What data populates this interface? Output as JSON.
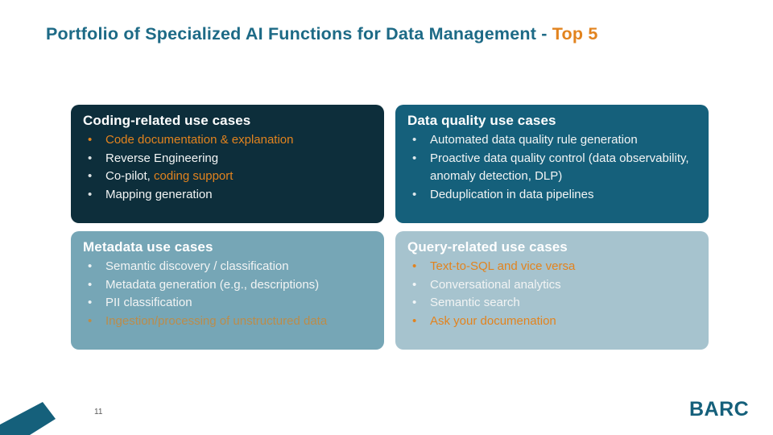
{
  "title": {
    "main": "Portfolio of Specialized AI Functions for Data Management - ",
    "highlight": "Top 5"
  },
  "glyphs": {
    "bullet": "•"
  },
  "colors": {
    "title_teal": "#1d6a86",
    "accent_orange": "#e2831e",
    "muted_orange": "#bb8c4a",
    "box_dark_navy": "#0d2e3b",
    "box_teal": "#15607b",
    "box_light_blue": "#76a6b6",
    "box_lighter_blue": "#a6c3ce",
    "logo_teal": "#15607b",
    "page_number_gray": "#595959"
  },
  "boxes": [
    {
      "name": "coding-related",
      "title": "Coding-related use cases",
      "items": [
        {
          "parts": [
            {
              "t": "Code documentation & explanation",
              "c": "orange"
            }
          ]
        },
        {
          "parts": [
            {
              "t": "Reverse Engineering",
              "c": "white"
            }
          ]
        },
        {
          "parts": [
            {
              "t": "Co-pilot, ",
              "c": "white"
            },
            {
              "t": "coding support",
              "c": "orange"
            }
          ]
        },
        {
          "parts": [
            {
              "t": "Mapping generation",
              "c": "white"
            }
          ]
        }
      ]
    },
    {
      "name": "data-quality",
      "title": "Data quality use cases",
      "items": [
        {
          "parts": [
            {
              "t": "Automated data quality rule generation",
              "c": "white"
            }
          ]
        },
        {
          "parts": [
            {
              "t": "Proactive data quality control (data observability, anomaly detection, DLP)",
              "c": "white"
            }
          ]
        },
        {
          "parts": [
            {
              "t": "Deduplication in data pipelines",
              "c": "white"
            }
          ]
        }
      ]
    },
    {
      "name": "metadata",
      "title": "Metadata use cases",
      "items": [
        {
          "parts": [
            {
              "t": "Semantic discovery / classification",
              "c": "white"
            }
          ]
        },
        {
          "parts": [
            {
              "t": "Metadata generation (e.g., descriptions)",
              "c": "white"
            }
          ]
        },
        {
          "parts": [
            {
              "t": "PII classification",
              "c": "white"
            }
          ]
        },
        {
          "parts": [
            {
              "t": "Ingestion/processing of unstructured data",
              "c": "muted-orange"
            }
          ]
        }
      ]
    },
    {
      "name": "query-related",
      "title": "Query-related use cases",
      "items": [
        {
          "parts": [
            {
              "t": "Text-to-SQL and vice versa",
              "c": "orange"
            }
          ]
        },
        {
          "parts": [
            {
              "t": "Conversational analytics",
              "c": "white"
            }
          ]
        },
        {
          "parts": [
            {
              "t": "Semantic search",
              "c": "white"
            }
          ]
        },
        {
          "parts": [
            {
              "t": "Ask your documenation",
              "c": "orange"
            }
          ]
        }
      ]
    }
  ],
  "footer": {
    "page_number": "11",
    "logo": "BARC"
  }
}
